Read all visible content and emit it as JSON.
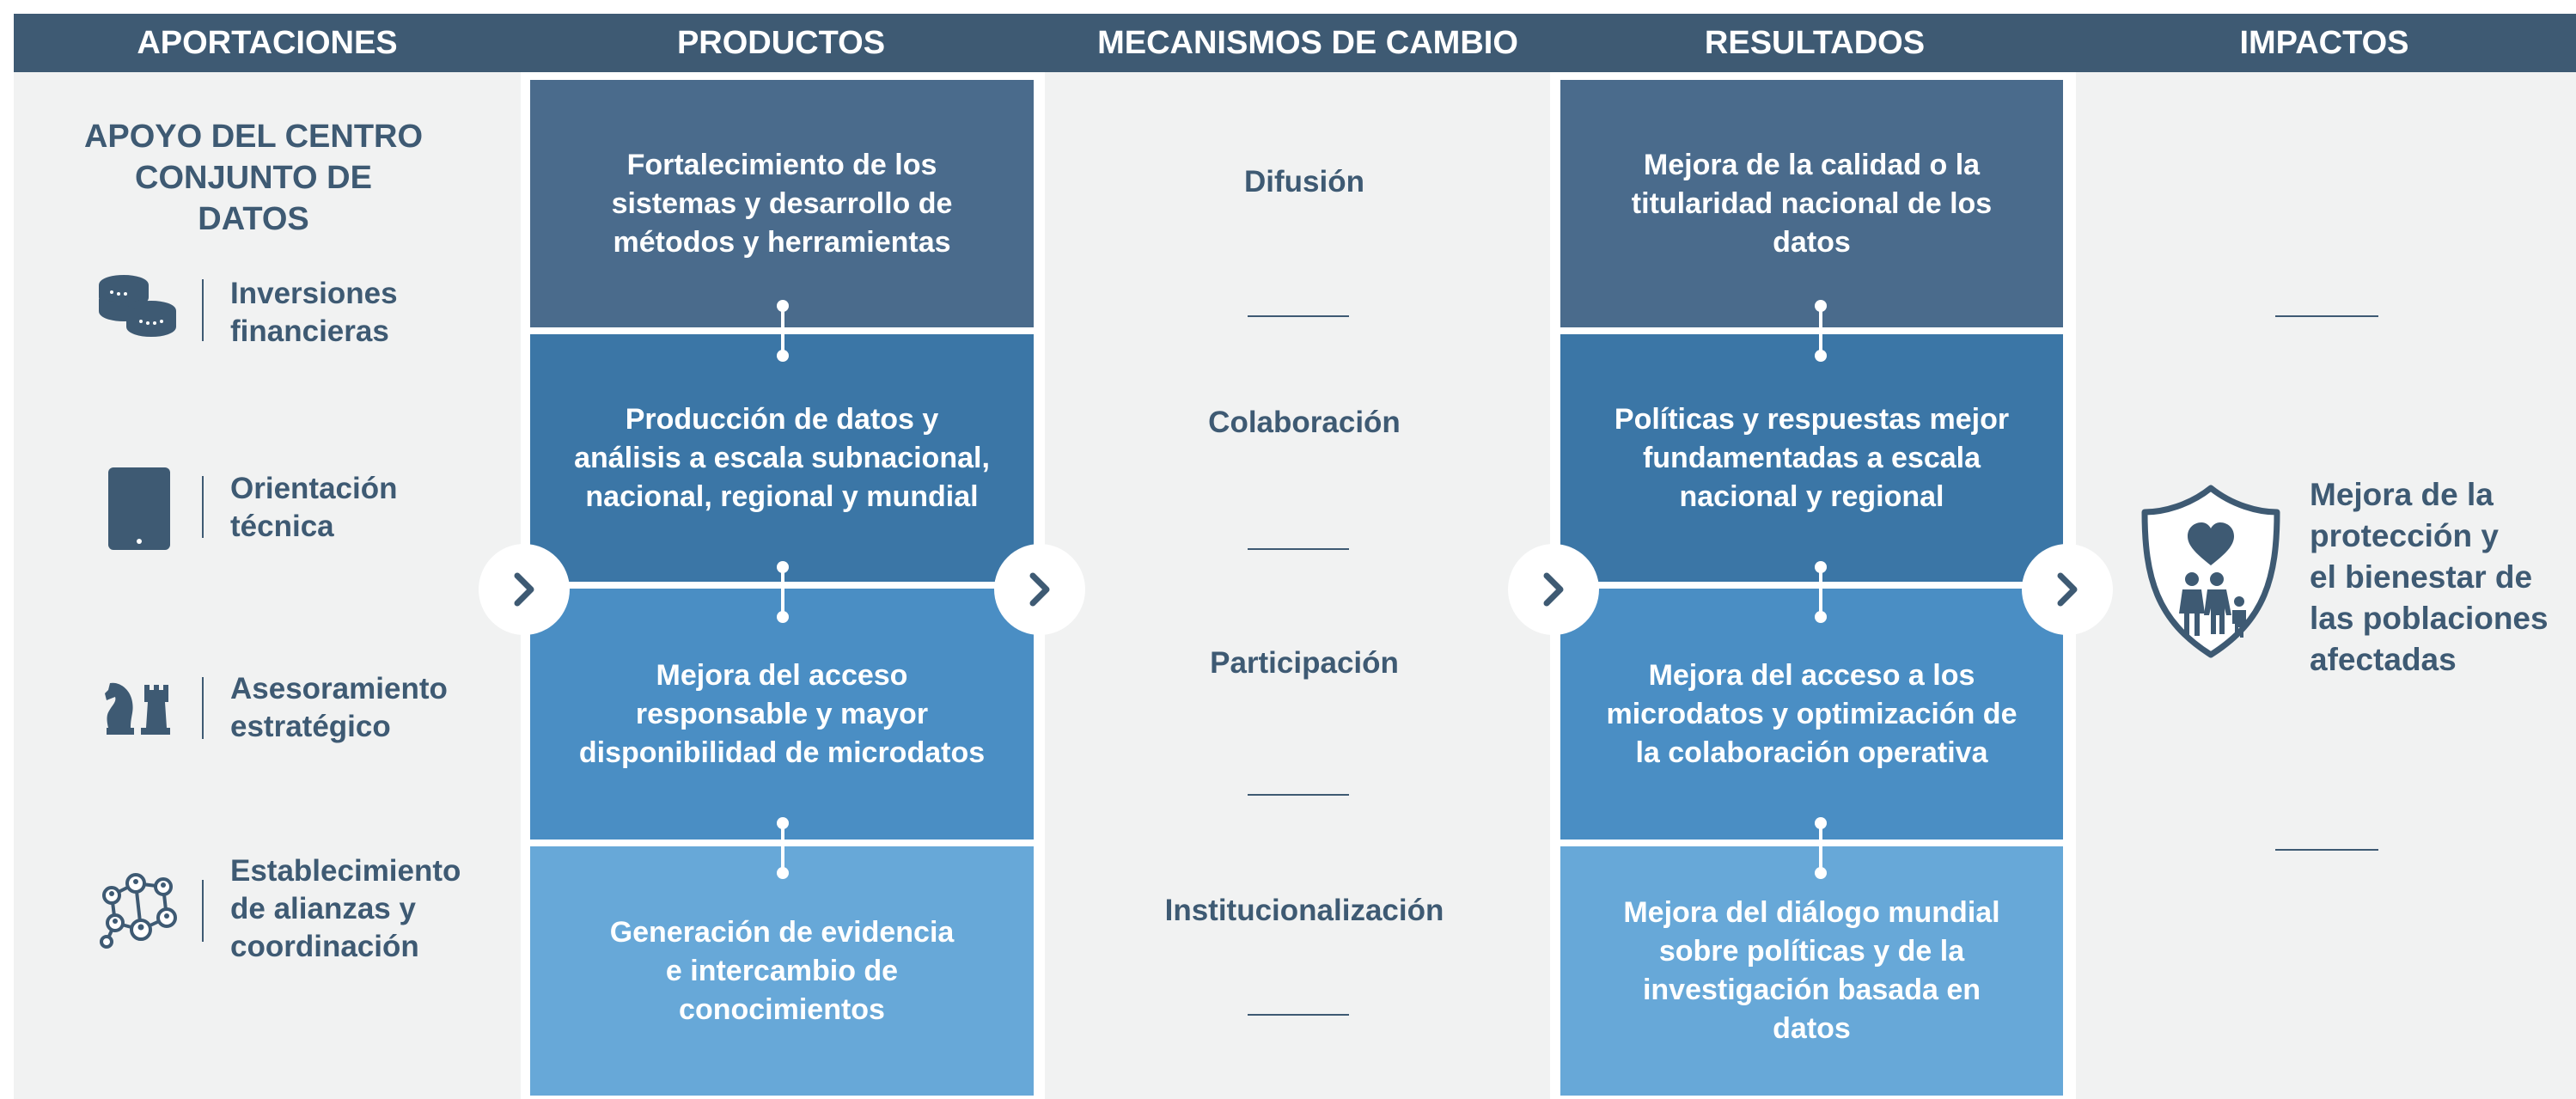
{
  "header": {
    "aportaciones": "APORTACIONES",
    "productos": "PRODUCTOS",
    "mecanismos": "MECANISMOS DE CAMBIO",
    "resultados": "RESULTADOS",
    "impactos": "IMPACTOS"
  },
  "aportaciones": {
    "title_line1": "APOYO DEL CENTRO",
    "title_line2": "CONJUNTO DE",
    "title_line3": "DATOS",
    "items": [
      {
        "line1": "Inversiones",
        "line2": "financieras",
        "icon": "coins-icon"
      },
      {
        "line1": "Orientación",
        "line2": "técnica",
        "icon": "tablet-icon"
      },
      {
        "line1": "Asesoramiento",
        "line2": "estratégico",
        "icon": "chess-icon"
      },
      {
        "line1": "Establecimiento",
        "line2": "de alianzas y",
        "line3": "coordinación",
        "icon": "network-icon"
      }
    ]
  },
  "productos": [
    {
      "line1": "Fortalecimiento de los",
      "line2": "sistemas y desarrollo de",
      "line3": "métodos y herramientas"
    },
    {
      "line1": "Producción de datos y",
      "line2": "análisis a escala subnacional,",
      "line3": "nacional, regional y mundial"
    },
    {
      "line1": "Mejora del acceso",
      "line2": "responsable y mayor",
      "line3": "disponibilidad de microdatos"
    },
    {
      "line1": "Generación de evidencia",
      "line2": "e intercambio de",
      "line3": "conocimientos"
    }
  ],
  "mecanismos": [
    "Difusión",
    "Colaboración",
    "Participación",
    "Institucionalización"
  ],
  "resultados": [
    {
      "line1": "Mejora de la calidad o la",
      "line2": "titularidad nacional de los",
      "line3": "datos"
    },
    {
      "line1": "Políticas y respuestas mejor",
      "line2": "fundamentadas a escala",
      "line3": "nacional y regional"
    },
    {
      "line1": "Mejora del acceso a los",
      "line2": "microdatos y optimización de",
      "line3": "la colaboración operativa"
    },
    {
      "line1": "Mejora del diálogo mundial",
      "line2": "sobre políticas y de la",
      "line3": "investigación basada en",
      "line4": "datos"
    }
  ],
  "impactos": {
    "line1": "Mejora de la",
    "line2": "protección y",
    "line3": "el bienestar de",
    "line4": "las poblaciones",
    "line5": "afectadas",
    "icon": "shield-family-icon"
  },
  "colors": {
    "header": "#3e5a73",
    "box1": "#4a6b8c",
    "box2": "#3b76a6",
    "box3": "#4a8ec4",
    "box4": "#67a8d8",
    "background": "#f1f2f2"
  }
}
